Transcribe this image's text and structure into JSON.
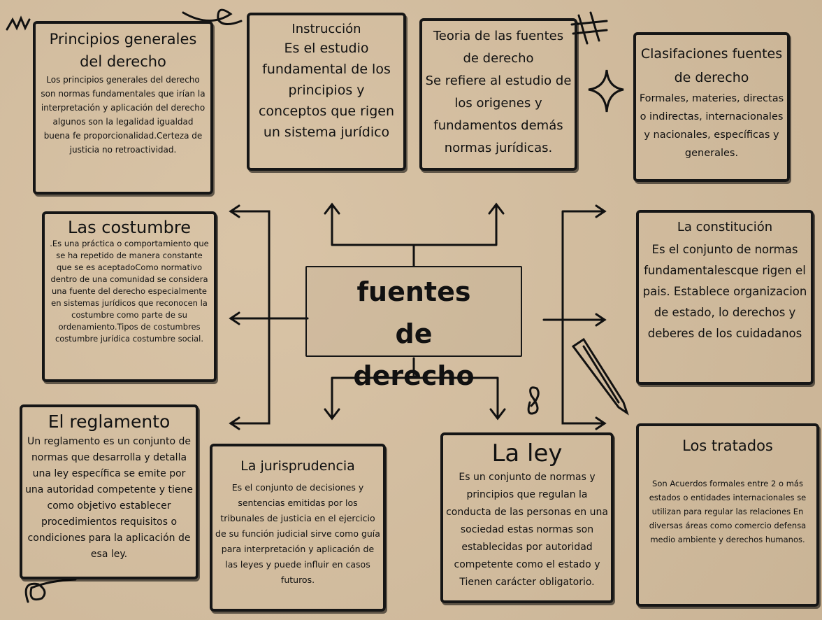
{
  "center": {
    "title": "fuentes de derecho"
  },
  "boxes": {
    "principios": {
      "title": "Principios generales del derecho",
      "text": "Los principios generales del derecho son normas fundamentales que irían la interpretación y aplicación del derecho algunos son la legalidad igualdad buena fe proporcionalidad.Certeza de justicia no retroactividad."
    },
    "instruccion": {
      "title": "Instrucción",
      "text": "Es el estudio fundamental de los principios y conceptos que rigen un sistema jurídico"
    },
    "teoria": {
      "title": "Teoria de las fuentes de derecho",
      "text": "Se refiere al estudio de los origenes y fundamentos demás normas jurídicas."
    },
    "clasificaciones": {
      "title": "Clasifaciones fuentes de derecho",
      "text": "Formales, materies, directas o indirectas, internacionales y nacionales, específicas y generales."
    },
    "costumbre": {
      "title": "Las costumbre",
      "text": ".Es una práctica o comportamiento que se ha repetido de manera constante que se es aceptadoComo normativo dentro de una comunidad se considera una fuente del derecho especialmente en sistemas jurídicos que reconocen la costumbre como parte de su ordenamiento.Tipos de costumbres costumbre jurídica costumbre social."
    },
    "constitucion": {
      "title": "La constitución",
      "text": "Es el conjunto de normas fundamentalescque rigen el pais. Establece organizacion de estado, lo derechos y deberes de los cuidadanos"
    },
    "reglamento": {
      "title": "El reglamento",
      "text": "Un reglamento es un conjunto de normas que desarrolla y detalla una ley específica se emite por una autoridad competente y tiene como objetivo establecer procedimientos requisitos o condiciones para la aplicación de esa ley."
    },
    "jurisprudencia": {
      "title": "La jurisprudencia",
      "text": "Es el conjunto de decisiones y sentencias emitidas por los tribunales de justicia en el ejercicio de su función judicial sirve como guía para interpretación y aplicación de las leyes y puede influir en casos futuros."
    },
    "ley": {
      "title": "La ley",
      "text": "Es un conjunto de normas y principios que regulan la conducta de las personas en una sociedad estas normas son establecidas por autoridad competente como el estado y Tienen carácter obligatorio."
    },
    "tratados": {
      "title": "Los tratados",
      "text": "Son Acuerdos formales entre 2 o más estados o entidades internacionales se utilizan para regular las relaciones En diversas áreas como comercio defensa medio ambiente y derechos humanos."
    }
  }
}
